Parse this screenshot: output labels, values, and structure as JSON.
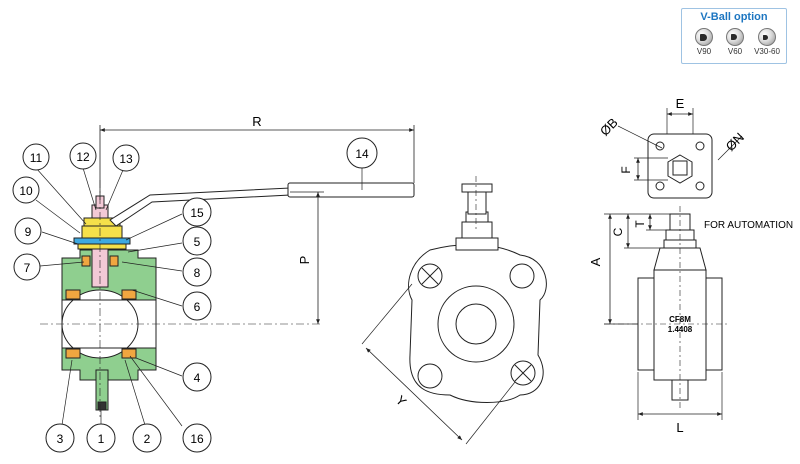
{
  "callouts": [
    {
      "id": "c11",
      "text": "11"
    },
    {
      "id": "c12",
      "text": "12"
    },
    {
      "id": "c13",
      "text": "13"
    },
    {
      "id": "c14",
      "text": "14"
    },
    {
      "id": "c10",
      "text": "10"
    },
    {
      "id": "c9",
      "text": "9"
    },
    {
      "id": "c7",
      "text": "7"
    },
    {
      "id": "c15",
      "text": "15"
    },
    {
      "id": "c5",
      "text": "5"
    },
    {
      "id": "c8",
      "text": "8"
    },
    {
      "id": "c6",
      "text": "6"
    },
    {
      "id": "c4",
      "text": "4"
    },
    {
      "id": "c3",
      "text": "3"
    },
    {
      "id": "c1",
      "text": "1"
    },
    {
      "id": "c2",
      "text": "2"
    },
    {
      "id": "c16",
      "text": "16"
    }
  ],
  "dimensions": {
    "R": "R",
    "P": "P",
    "Y": "Y",
    "E": "E",
    "B": "ØB",
    "N": "ØN",
    "F": "F",
    "A": "A",
    "C": "C",
    "T": "T",
    "L": "L"
  },
  "notes": {
    "automation": "FOR AUTOMATION",
    "material_line1": "CF8M",
    "material_line2": "1.4408"
  },
  "vball": {
    "title": "V-Ball option",
    "options": [
      {
        "label": "V90"
      },
      {
        "label": "V60"
      },
      {
        "label": "V30-60"
      }
    ]
  },
  "colors": {
    "body": "#8fcf8f",
    "stem": "#f3c9d6",
    "seat": "#f0a640",
    "gland": "#3fa9e0",
    "packing": "#f5e04a",
    "line": "#222222"
  }
}
